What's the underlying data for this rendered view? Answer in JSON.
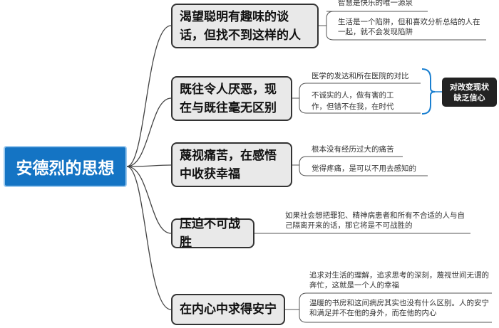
{
  "central": {
    "label": "安德烈的思想"
  },
  "branches": [
    {
      "label": "渴望聪明有趣味的谈话，但找不到这样的人",
      "leaves": [
        "智慧是快乐的唯一源泉",
        "生活是一个陷阱，但和喜欢分析总结的人在一起，就不会发现陷阱"
      ]
    },
    {
      "label": "既往令人厌恶，现在与既往毫无区别",
      "leaves": [
        "医学的发达和所在医院的对比",
        "不诚实的人，做有害的工作，但错不在我，在时代"
      ],
      "summary": "对改变现状缺乏信心"
    },
    {
      "label": "蔑视痛苦，在感悟中收获幸福",
      "leaves": [
        "根本没有经历过大的痛苦",
        "觉得疼痛，是可以不用去感知的"
      ]
    },
    {
      "label": "压迫不可战胜",
      "leaves": [
        "如果社会想把罪犯、精神病患者和所有不合适的人与自己隔离开来的话，那它将是不可战胜的"
      ]
    },
    {
      "label": "在内心中求得安宁",
      "leaves": [
        "追求对生活的理解，追求思考的深刻，蔑视世间无谓的奔忙，这就是一个人的幸福",
        "温暖的书房和这间病房其实也没有什么区别。人的安宁和满足并不在他的身外，而在他的内心"
      ]
    }
  ],
  "colors": {
    "central": "#1474c4",
    "brace": "#1a7fd0",
    "summary": "#222222"
  }
}
